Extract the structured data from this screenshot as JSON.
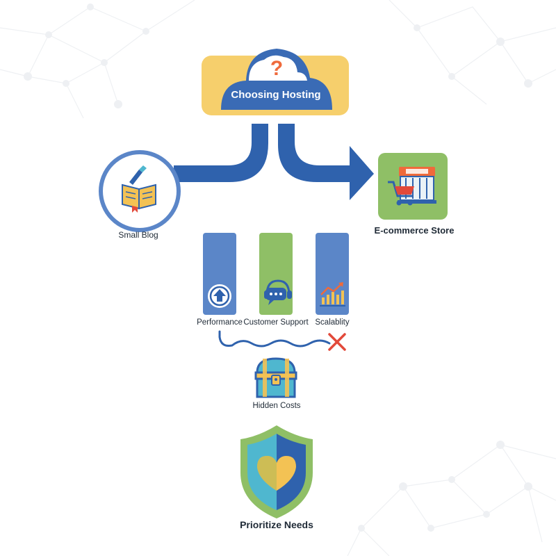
{
  "title": {
    "label": "Choosing Hosting"
  },
  "options": [
    {
      "label": "Small Blog"
    },
    {
      "label": "E-commerce Store"
    }
  ],
  "factors": [
    {
      "label": "Performance",
      "color": "#5b86c8"
    },
    {
      "label": "Customer Support",
      "color": "#8fbf66"
    },
    {
      "label": "Scalablity",
      "color": "#5b86c8"
    }
  ],
  "hidden_costs": {
    "label": "Hidden Costs"
  },
  "conclusion": {
    "label": "Prioritize Needs"
  },
  "colors": {
    "primary_blue": "#2f62ad",
    "cloud_blue": "#3a6bb5",
    "title_box_yellow": "#f6cf6c",
    "green": "#8fbf66",
    "red_x": "#e2493a",
    "question_orange": "#ef6a3b",
    "teal": "#4fb7cf",
    "heart_yellow": "#f3c254"
  },
  "icons": {
    "title": "cloud-question-icon",
    "small_blog": "open-book-pencil-icon",
    "ecommerce": "storefront-cart-icon",
    "performance": "upload-arrow-icon",
    "support": "chat-headset-icon",
    "scalability": "growth-chart-icon",
    "hidden_costs": "treasure-chest-icon",
    "conclusion": "shield-heart-icon",
    "cross": "x-mark-icon"
  }
}
